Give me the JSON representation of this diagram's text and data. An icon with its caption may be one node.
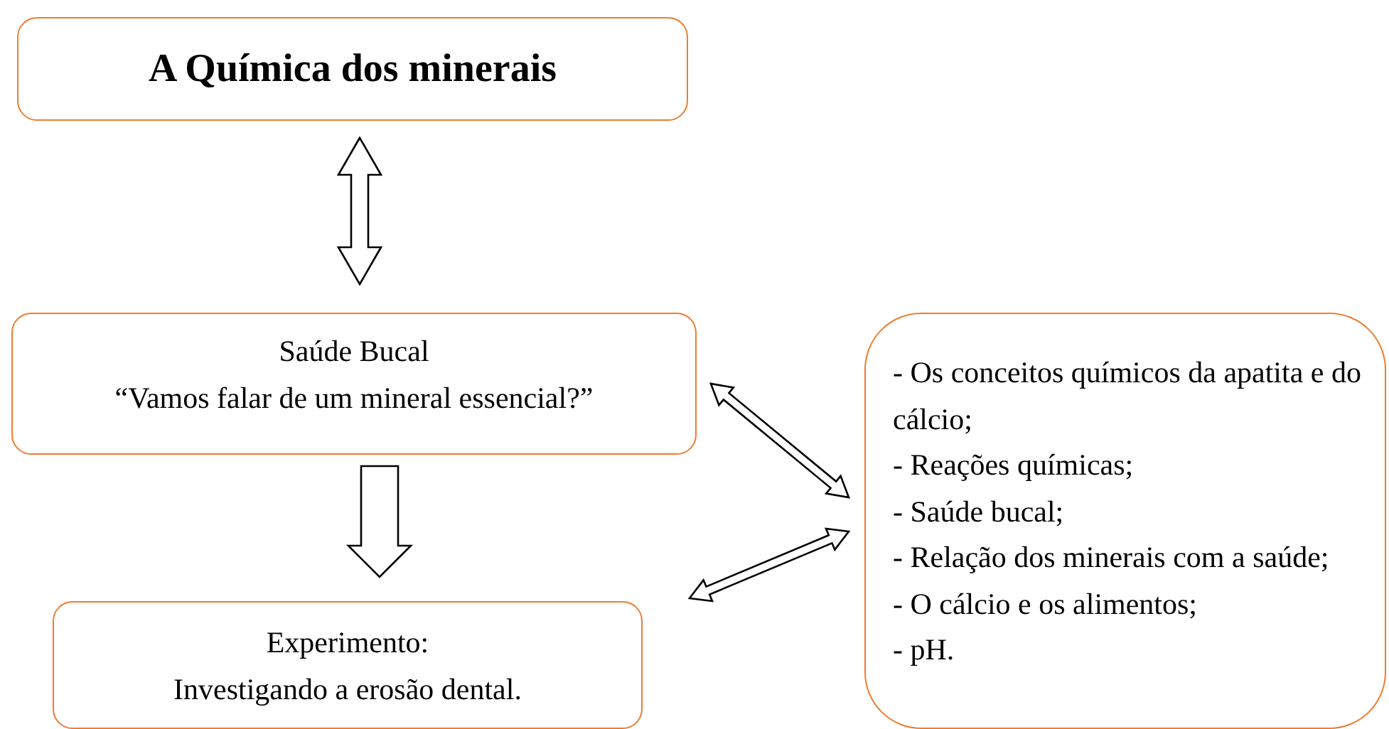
{
  "diagram": {
    "nodes": [
      {
        "text": [
          "A Química dos minerais"
        ]
      },
      {
        "text": [
          "Saúde Bucal",
          "“Vamos falar de um mineral essencial?”"
        ]
      },
      {
        "text": [
          "Experimento:",
          "Investigando a erosão dental."
        ]
      },
      {
        "text": [
          "- Os conceitos químicos da apatita e do cálcio;",
          "- Reações químicas;",
          "- Saúde bucal;",
          "- Relação dos minerais com a saúde;",
          "- O cálcio e os alimentos;",
          "- pH."
        ]
      }
    ],
    "edges": [
      {
        "from": 0,
        "to": 1,
        "arrow": "both"
      },
      {
        "from": 1,
        "to": 2,
        "arrow": "to"
      },
      {
        "from": 1,
        "to": 3,
        "arrow": "both"
      },
      {
        "from": 2,
        "to": 3,
        "arrow": "both"
      }
    ]
  }
}
